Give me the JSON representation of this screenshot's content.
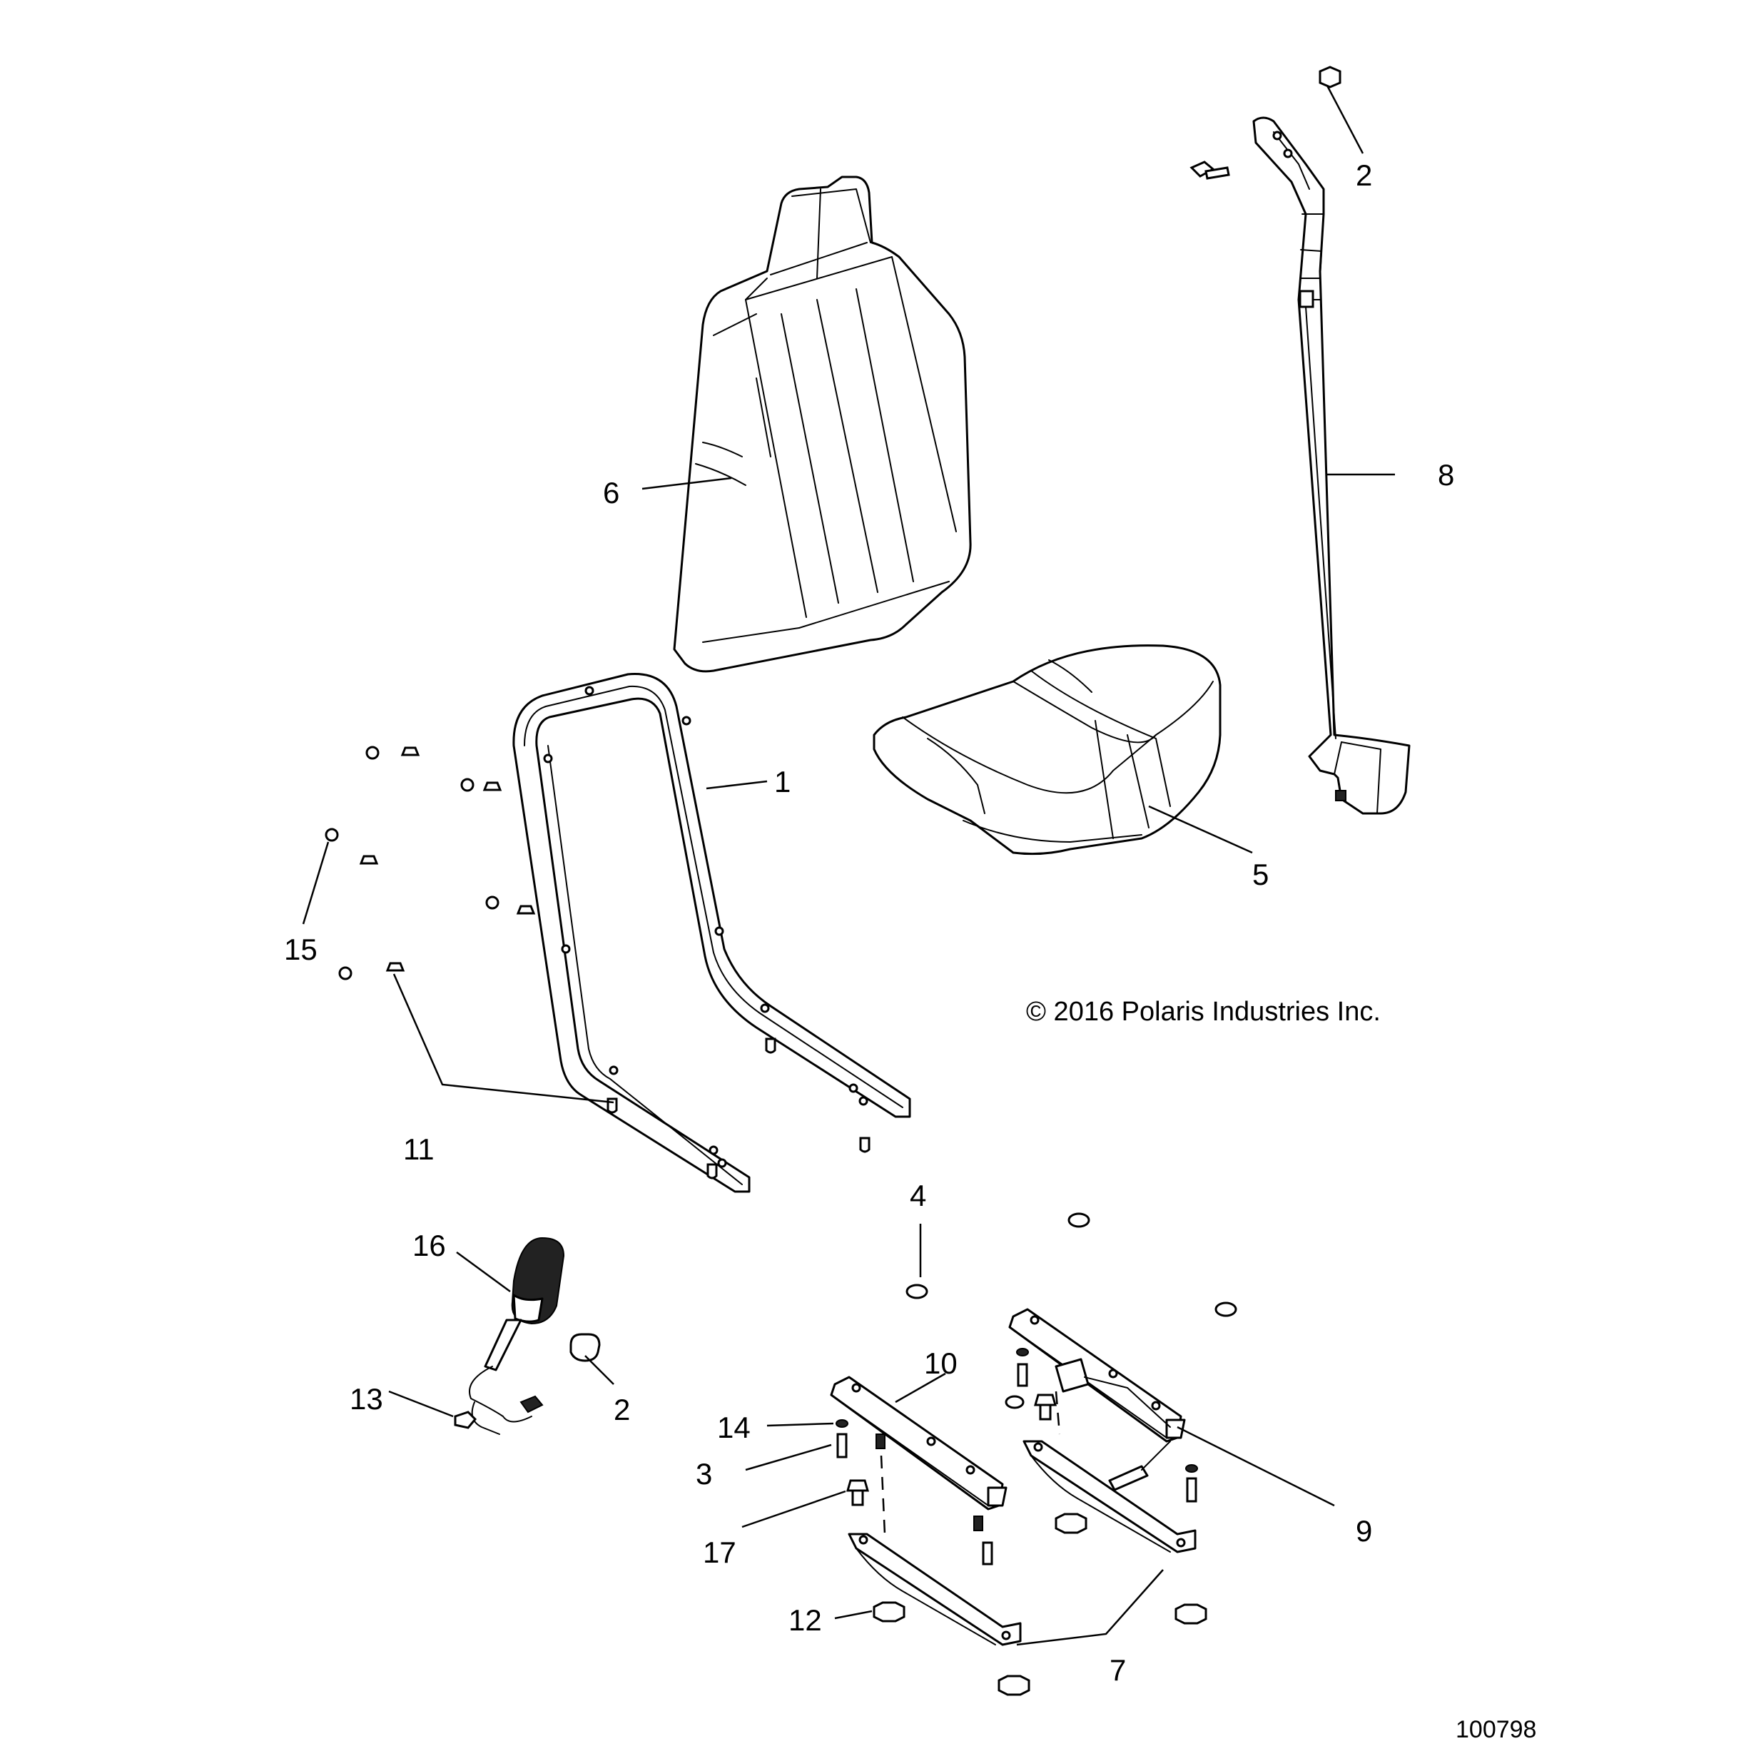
{
  "callouts": {
    "c1": "1",
    "c2a": "2",
    "c2b": "2",
    "c3": "3",
    "c4": "4",
    "c5": "5",
    "c6": "6",
    "c7": "7",
    "c8": "8",
    "c9": "9",
    "c10": "10",
    "c11": "11",
    "c12": "12",
    "c13": "13",
    "c14": "14",
    "c15": "15",
    "c16": "16",
    "c17": "17"
  },
  "copyright": "© 2016 Polaris Industries Inc.",
  "document_number": "100798"
}
